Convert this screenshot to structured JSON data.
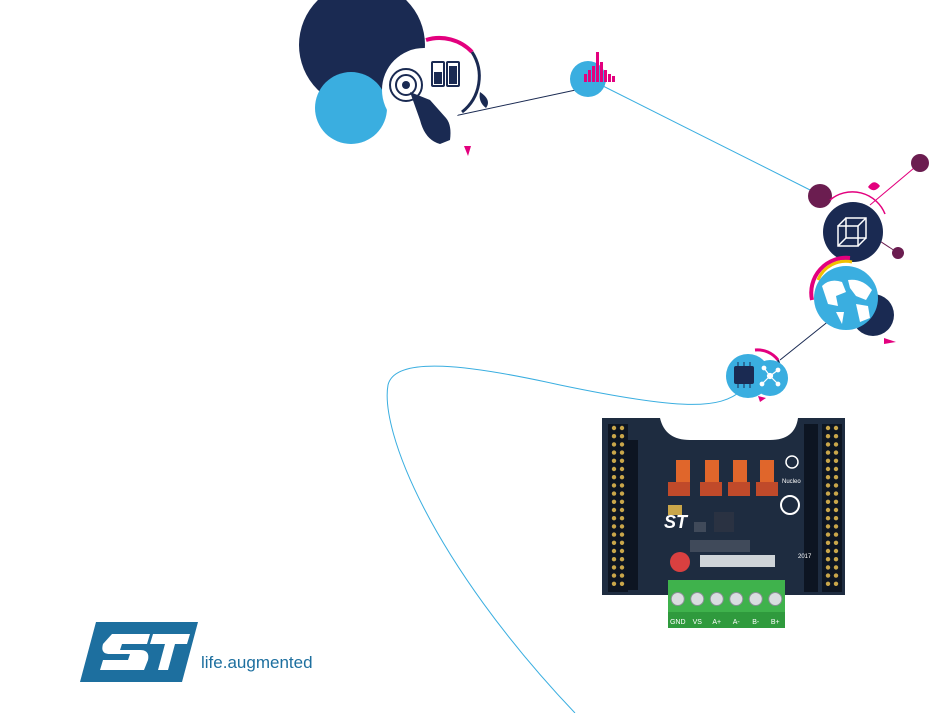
{
  "brand": {
    "logo_letters": "ST",
    "tagline_first": "life",
    "tagline_dot": ".",
    "tagline_second": "augmented"
  },
  "board": {
    "silkscreen_logo": "ST",
    "nucleo_text": "Nucleo",
    "year_text": "2017",
    "terminals": [
      "GND",
      "VS",
      "A+",
      "A-",
      "B-",
      "B+"
    ]
  },
  "colors": {
    "navy": "#1a2a52",
    "light_blue": "#3aaee0",
    "magenta": "#e3007e",
    "plum": "#6b1d50",
    "pcb": "#1e2c40",
    "terminal_green": "#3fb24c",
    "logo_blue": "#1d6f9f"
  },
  "icons": [
    "touch-hand-icon",
    "battery-icon",
    "equalizer-icon",
    "cube-icon",
    "globe-icon",
    "chip-icon",
    "network-icon"
  ]
}
